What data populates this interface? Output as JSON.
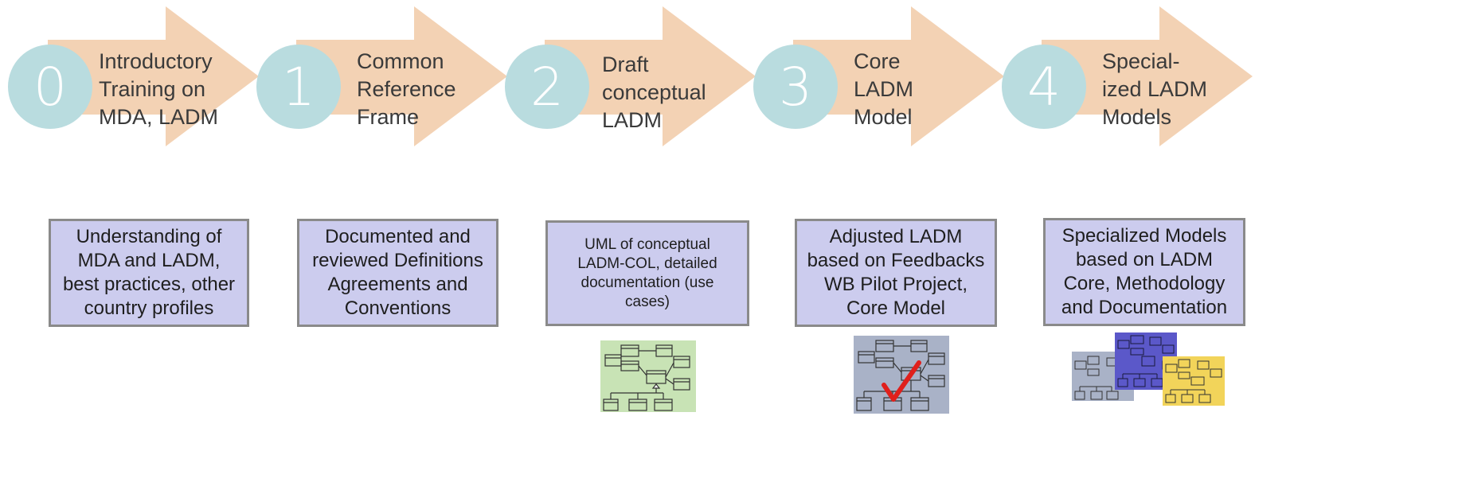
{
  "colors": {
    "arrow_fill": "#f3d2b4",
    "circle_fill": "#b9dcdf",
    "box_fill": "#ccccee",
    "box_border": "#8a8a8a",
    "diagram_green": "#c8e3b5",
    "diagram_gray": "#a9b2c7",
    "diagram_purple": "#5b58c9",
    "diagram_yellow": "#f2d45a",
    "checkmark": "#e0201c"
  },
  "steps": [
    {
      "number": "0",
      "label_lines": [
        "Introductory",
        "Training on",
        "MDA, LADM"
      ]
    },
    {
      "number": "1",
      "label_lines": [
        "Common",
        "Reference",
        "Frame"
      ]
    },
    {
      "number": "2",
      "label_lines": [
        "Draft",
        "conceptual",
        "LADM"
      ]
    },
    {
      "number": "3",
      "label_lines": [
        "Core",
        "LADM",
        "Model"
      ]
    },
    {
      "number": "4",
      "label_lines": [
        "Special-",
        "ized LADM",
        "Models"
      ]
    }
  ],
  "outputs": [
    {
      "lines": [
        "Understanding of",
        "MDA and LADM,",
        "best practices, other",
        "country profiles"
      ]
    },
    {
      "lines": [
        "Documented and",
        "reviewed Definitions",
        "Agreements and",
        "Conventions"
      ]
    },
    {
      "lines": [
        "UML of conceptual",
        "LADM-COL, detailed",
        "documentation (use",
        "cases)"
      ]
    },
    {
      "lines": [
        "Adjusted LADM",
        "based on Feedbacks",
        "WB Pilot Project,",
        "Core Model"
      ]
    },
    {
      "lines": [
        "Specialized Models",
        "based on LADM",
        "Core, Methodology",
        "and Documentation"
      ]
    }
  ],
  "diagrams": [
    {
      "icon": "uml-diagram-green-icon"
    },
    {
      "icon": "uml-diagram-checked-icon"
    },
    {
      "icon": "uml-diagram-stack-icon"
    }
  ]
}
